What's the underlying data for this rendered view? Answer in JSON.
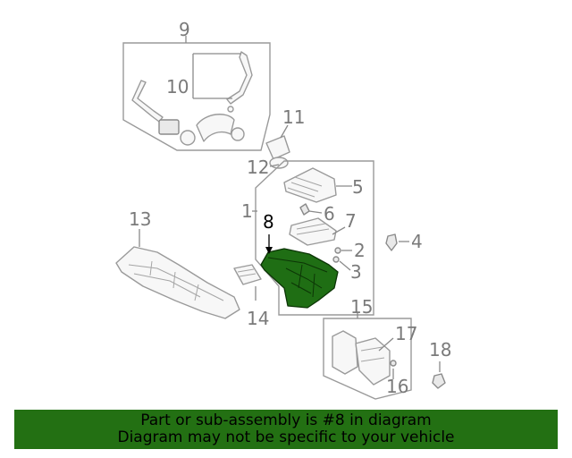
{
  "callouts": {
    "c1": "1",
    "c2": "2",
    "c3": "3",
    "c4": "4",
    "c5": "5",
    "c6": "6",
    "c7": "7",
    "c8": "8",
    "c9": "9",
    "c10": "10",
    "c11": "11",
    "c12": "12",
    "c13": "13",
    "c14": "14",
    "c15": "15",
    "c16": "16",
    "c17": "17",
    "c18": "18"
  },
  "highlighted_part": "8",
  "colors": {
    "highlight": "#1f6e14",
    "banner": "#237013",
    "line": "#9a9a9a",
    "callout_text": "#7a7a7a"
  },
  "banner": {
    "line1": "Part or sub-assembly is #8 in diagram",
    "line2": "Diagram may not be specific to your vehicle"
  }
}
